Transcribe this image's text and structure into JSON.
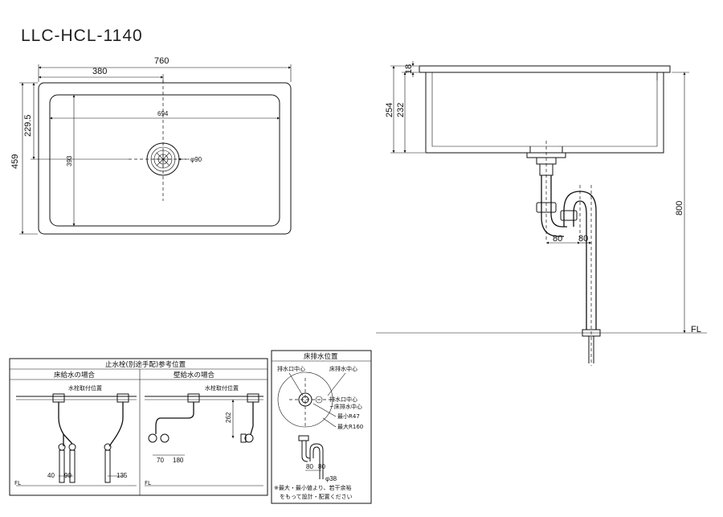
{
  "title": "LLC-HCL-1140",
  "top_view": {
    "overall_width": "760",
    "half_width": "380",
    "overall_depth": "459",
    "drain_offset": "229.5",
    "inner_width": "694",
    "inner_depth": "393",
    "drain_dia": "φ90"
  },
  "side_view": {
    "rim": "18",
    "total_height": "254",
    "bowl_depth": "232",
    "trap_offset_1": "80",
    "trap_offset_2": "80",
    "height_to_floor": "800",
    "floor": "FL"
  },
  "supply_panel": {
    "heading": "止水栓(別途手配)参考位置",
    "floor_supply": {
      "heading": "床給水の場合",
      "faucet_pos": "水栓取付位置",
      "dim_a": "40",
      "dim_b": "90",
      "dim_c": "135",
      "floor": "FL"
    },
    "wall_supply": {
      "heading": "壁給水の場合",
      "faucet_pos": "水栓取付位置",
      "height": "262",
      "dim_a": "70",
      "dim_b": "180",
      "floor": "FL"
    }
  },
  "drain_panel": {
    "heading": "床排水位置",
    "outlet_center": "排水口中心",
    "floor_drain_center": "床排水中心",
    "note_range_1": "排水口中心",
    "note_range_2": "~床排水中心",
    "min_radius": "最小R47",
    "max_radius": "最大R160",
    "dim_a": "80",
    "dim_b": "80",
    "pipe_dia": "φ38",
    "note_1": "※最大・最小値より、若干余裕",
    "note_2": "をもって設計・配置ください"
  }
}
